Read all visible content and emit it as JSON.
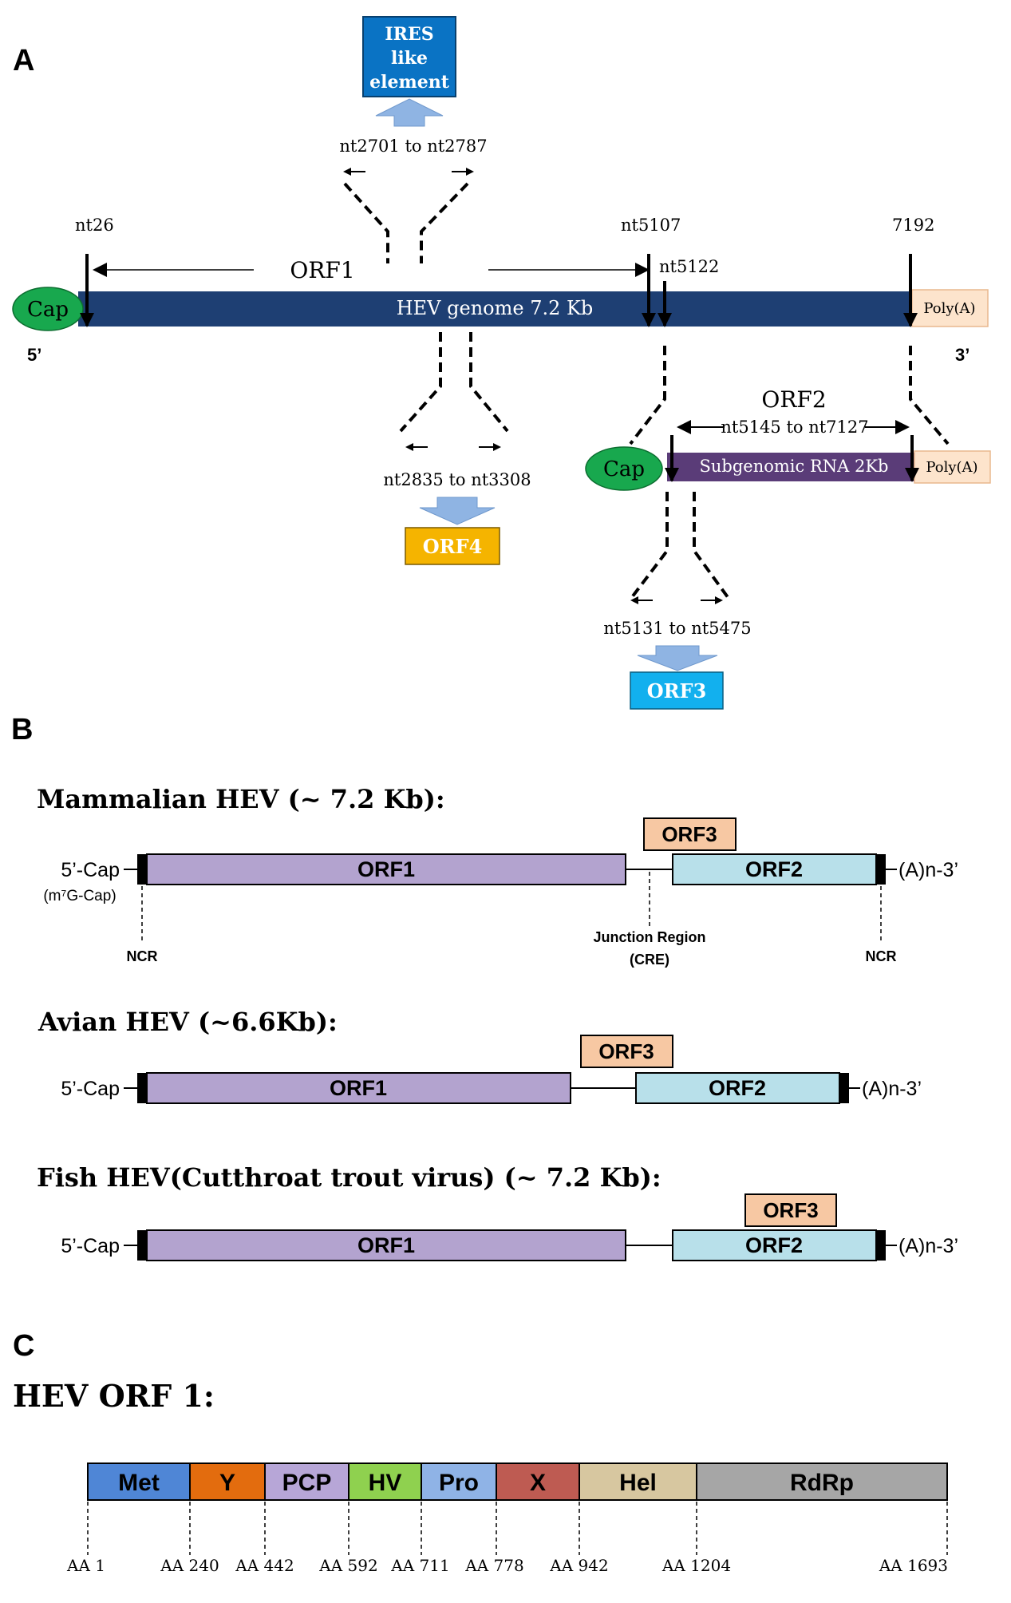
{
  "panel_labels": {
    "a": "A",
    "b": "B",
    "c": "C"
  },
  "colors": {
    "genome_bar": "#1e3f73",
    "subgenomic_bar": "#5a3c78",
    "cap_green": "#18a84e",
    "poly_a_fill": "#fde4cc",
    "ires_box": "#0a73c4",
    "orf4_box": "#f5b400",
    "orf3_box_a": "#12b0ee",
    "blue_arrow": "#8fb4e3",
    "orf1_purple": "#b3a3cf",
    "orf2_blue": "#b8e0ea",
    "orf3_peach": "#f7c8a3",
    "met": "#4f86d6",
    "y": "#e36c0e",
    "pcp": "#b7a6d7",
    "hv": "#8fd14f",
    "pro": "#8fb3e6",
    "x": "#be5b52",
    "hel": "#d7c7a0",
    "rdrp": "#a6a6a6"
  },
  "panel_a": {
    "ires": {
      "line1": "IRES",
      "line2": "like",
      "line3": "element"
    },
    "ires_range": "nt2701 to nt2787",
    "nt26": "nt26",
    "orf1_label": "ORF1",
    "nt5107": "nt5107",
    "nt5122": "nt5122",
    "nt7192": "7192",
    "cap": "Cap",
    "genome_label": "HEV genome  7.2 Kb",
    "poly_a": "Poly(A)",
    "five_prime": "5’",
    "three_prime": "3’",
    "orf2_label": "ORF2",
    "orf2_range": "nt5145 to nt7127",
    "orf4_range": "nt2835 to nt3308",
    "orf4": "ORF4",
    "sub_cap": "Cap",
    "sub_label": "Subgenomic RNA 2Kb",
    "sub_poly_a": "Poly(A)",
    "orf3_range": "nt5131 to nt5475",
    "orf3": "ORF3"
  },
  "panel_b": {
    "mammalian": {
      "title": "Mammalian HEV (~ 7.2 Kb):",
      "cap": "5’-Cap",
      "cap_note": "(m⁷G-Cap)",
      "orf1": "ORF1",
      "orf2": "ORF2",
      "orf3": "ORF3",
      "tail": "(A)n-3’",
      "ncr_left": "NCR",
      "ncr_right": "NCR",
      "junction1": "Junction Region",
      "junction2": "(CRE)"
    },
    "avian": {
      "title": "Avian HEV (~6.6Kb):",
      "cap": "5’-Cap",
      "orf1": "ORF1",
      "orf2": "ORF2",
      "orf3": "ORF3",
      "tail": "(A)n-3’"
    },
    "fish": {
      "title": "Fish HEV(Cutthroat trout virus) (~ 7.2 Kb):",
      "cap": "5’-Cap",
      "orf1": "ORF1",
      "orf2": "ORF2",
      "orf3": "ORF3",
      "tail": "(A)n-3’"
    }
  },
  "panel_c": {
    "title": "HEV ORF 1:",
    "domains": [
      "Met",
      "Y",
      "PCP",
      "HV",
      "Pro",
      "X",
      "Hel",
      "RdRp"
    ],
    "positions": [
      "AA 1",
      "AA 240",
      "AA 442",
      "AA 592",
      "AA 711",
      "AA 778",
      "AA 942",
      "AA 1204",
      "AA 1693"
    ]
  }
}
